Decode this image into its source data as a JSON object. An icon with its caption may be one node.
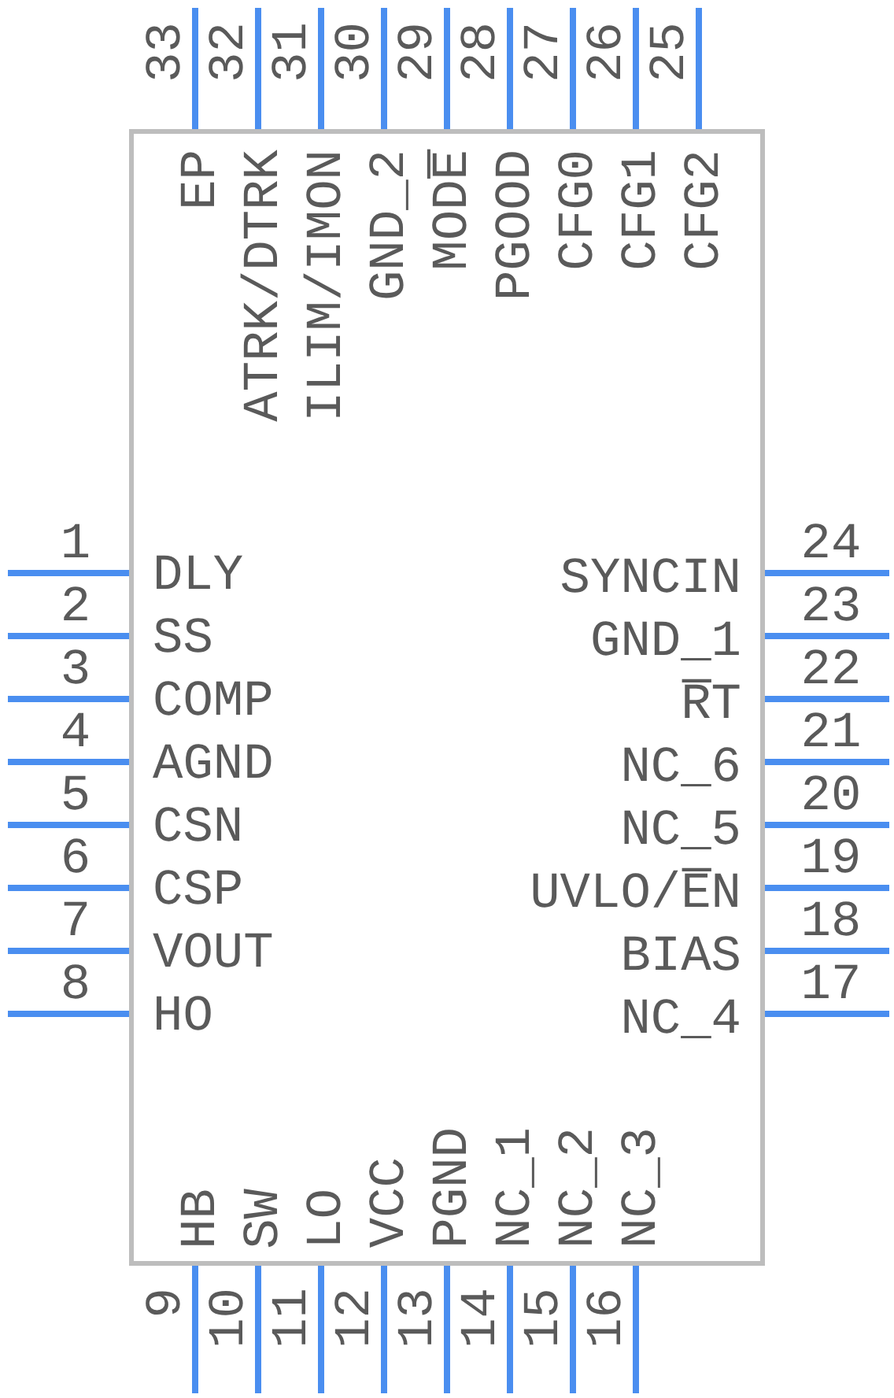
{
  "diagram": {
    "nodes": [
      {
        "text": [
          "DLY",
          "SS",
          "COMP",
          "AGND",
          "CSN",
          "CSP",
          "VOUT",
          "HO",
          "HB",
          "SW",
          "LO",
          "VCC",
          "PGND",
          "NC_1",
          "NC_2",
          "NC_3",
          "NC_4",
          "BIAS",
          "UVLO/E̅N",
          "NC_5",
          "NC_6",
          "R̅T",
          "GND_1",
          "SYNCIN",
          "CFG2",
          "CFG1",
          "CFG0",
          "PGOOD",
          "MODE̅",
          "GND_2",
          "ILIM/IMON",
          "ATRK/DTRK",
          "EP"
        ]
      }
    ],
    "labels": [
      "1",
      "2",
      "3",
      "4",
      "5",
      "6",
      "7",
      "8",
      "9",
      "10",
      "11",
      "12",
      "13",
      "14",
      "15",
      "16",
      "17",
      "18",
      "19",
      "20",
      "21",
      "22",
      "23",
      "24",
      "25",
      "26",
      "27",
      "28",
      "29",
      "30",
      "31",
      "32",
      "33"
    ]
  }
}
